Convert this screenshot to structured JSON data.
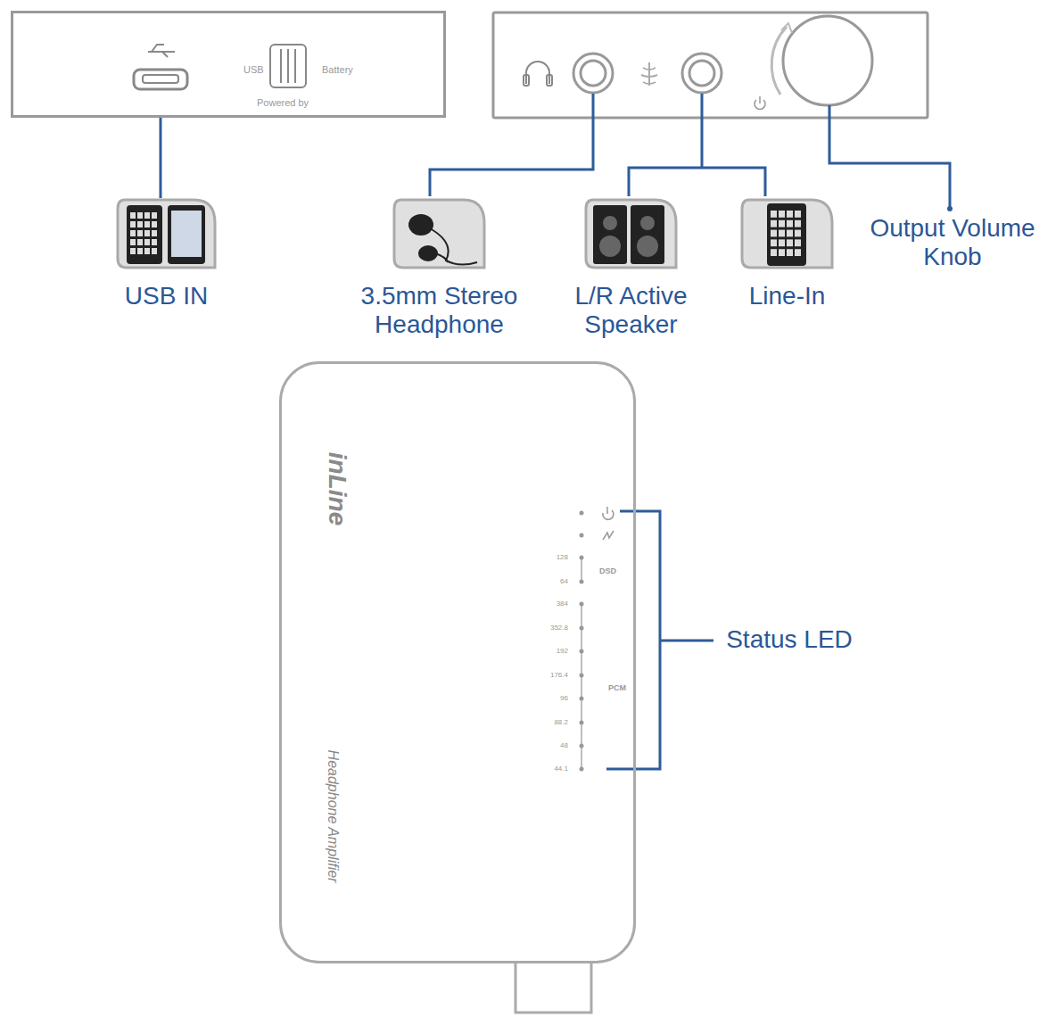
{
  "diagram": {
    "nodes": [
      {
        "text": [
          "USB",
          "Battery",
          "Powered by"
        ]
      },
      {
        "text": [
          "USB IN"
        ]
      },
      {
        "text": [
          "3.5mm Stereo Headphone"
        ]
      },
      {
        "text": [
          "L/R Active Speaker"
        ]
      },
      {
        "text": [
          "Line-In"
        ]
      },
      {
        "text": [
          "inLine",
          "Headphone Amplifier",
          "DSD",
          "PCM",
          "128",
          "64",
          "384",
          "352.8",
          "192",
          "176.4",
          "96",
          "88.2",
          "48",
          "44.1"
        ]
      }
    ],
    "edges": [
      {
        "from": 0,
        "to": 1,
        "arrow": "none"
      }
    ],
    "labels": [
      "Output Volume Knob",
      "Status LED"
    ]
  }
}
